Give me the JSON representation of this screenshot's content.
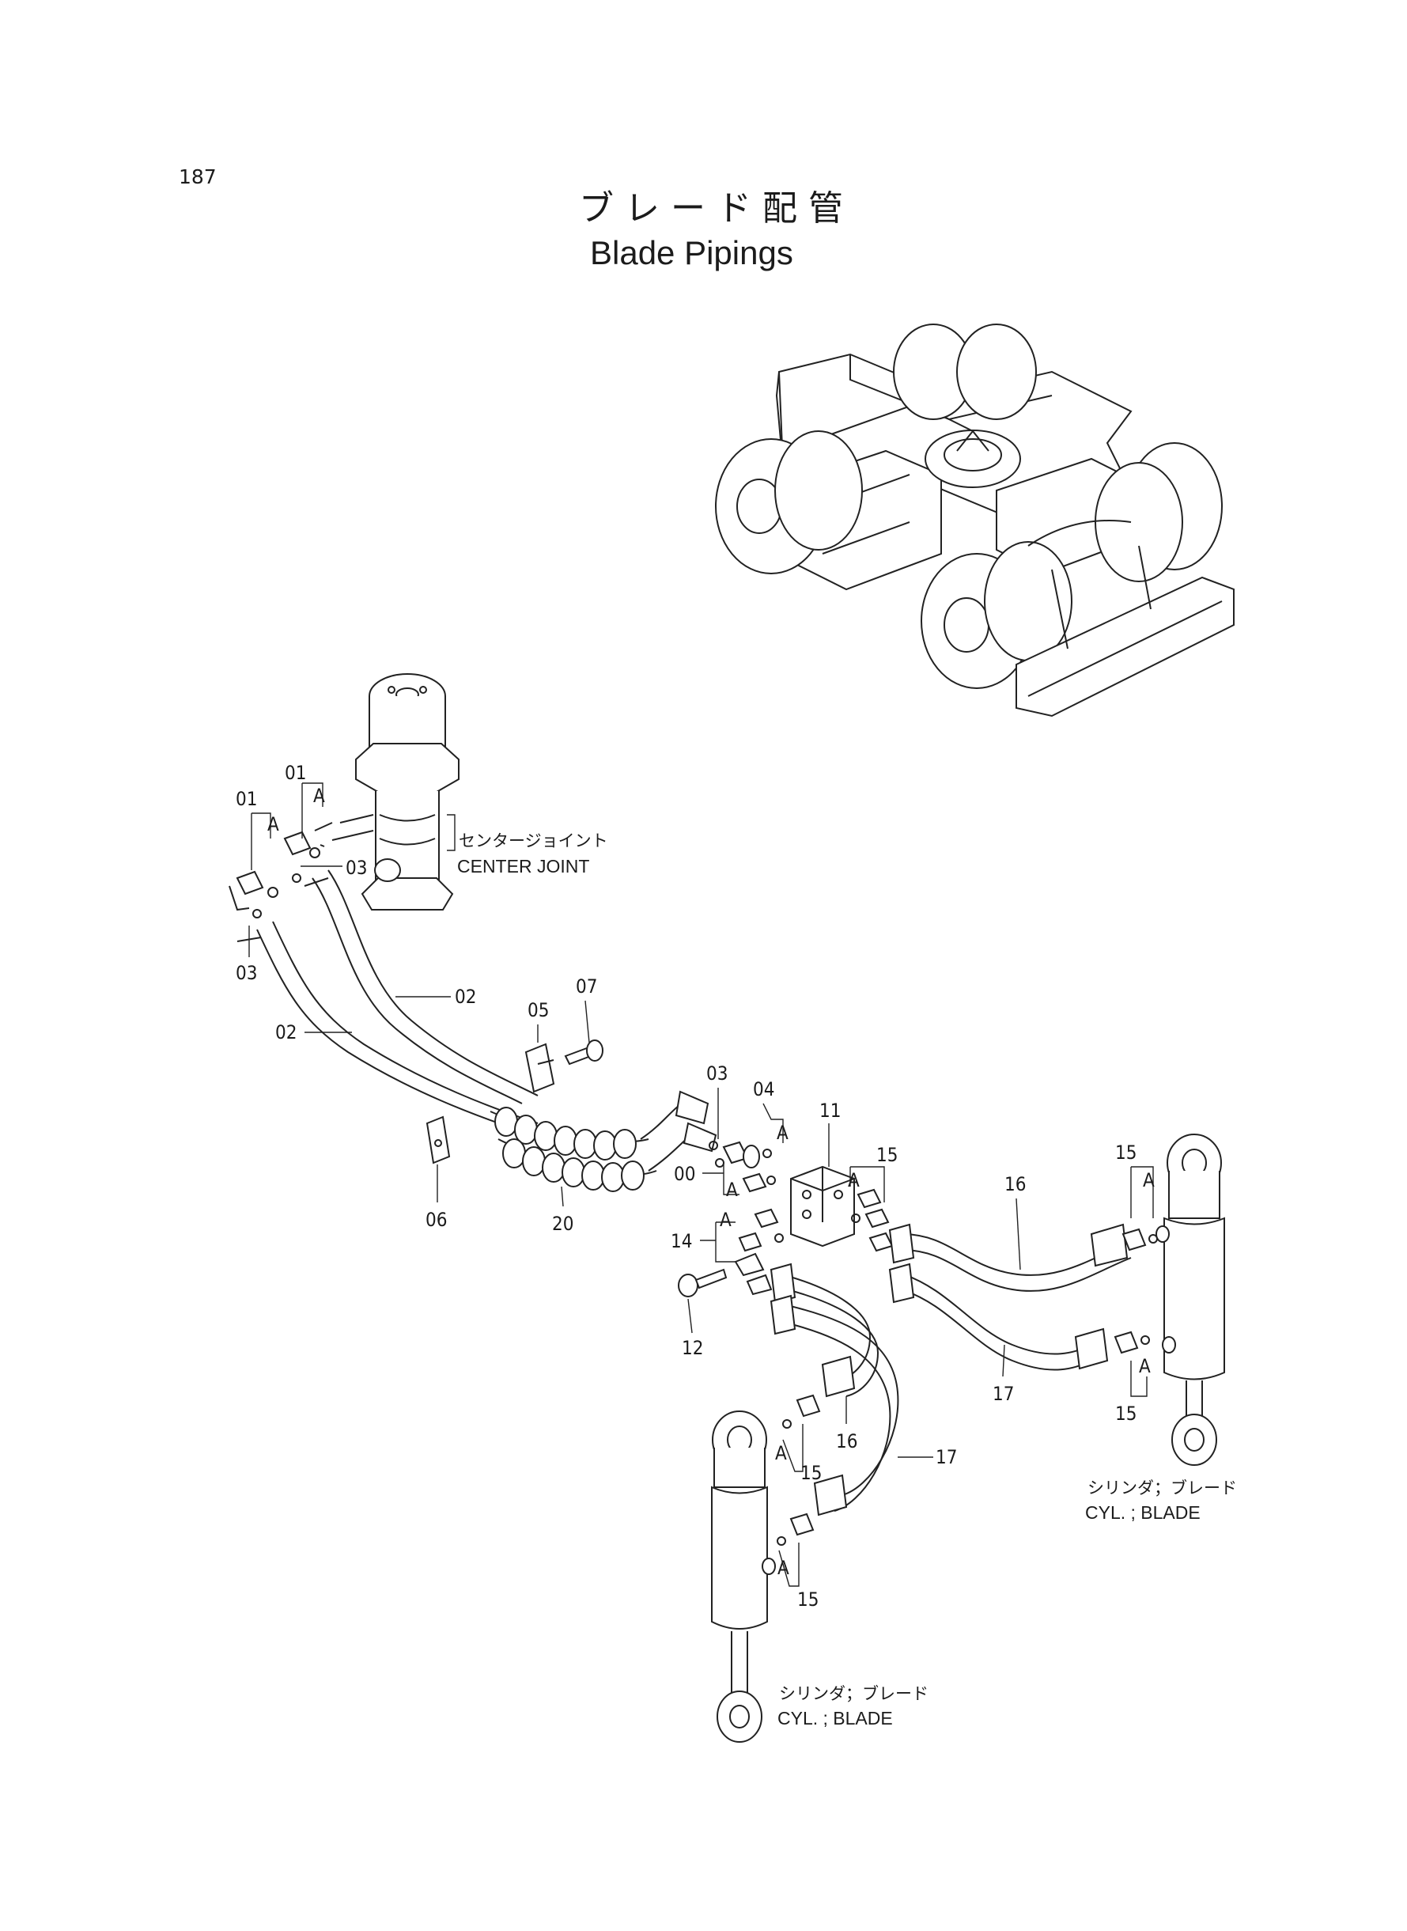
{
  "page_number": "187",
  "title_jp": "ブレード配管",
  "title_en": "Blade Pipings",
  "labels": {
    "center_joint_jp": "センタージョイント",
    "center_joint_en": "CENTER JOINT",
    "cyl_right_jp": "シリンダ；ブレード",
    "cyl_right_en": "CYL. ; BLADE",
    "cyl_left_jp": "シリンダ；ブレード",
    "cyl_left_en": "CYL. ; BLADE"
  },
  "callouts": {
    "c01a": "01",
    "c01b": "01",
    "cA1": "A",
    "cA2": "A",
    "c03a": "03",
    "c03b": "03",
    "c02a": "02",
    "c02b": "02",
    "c05": "05",
    "c07": "07",
    "c06": "06",
    "c20": "20",
    "c03c": "03",
    "c04": "04",
    "cA3": "A",
    "c11": "11",
    "c00": "00",
    "cA4": "A",
    "c15a": "15",
    "cA5": "A",
    "c14": "14",
    "cA6": "A",
    "c12": "12",
    "c16a": "16",
    "c15b": "15",
    "cA7": "A",
    "c17a": "17",
    "c15c": "15",
    "cA8": "A",
    "c16b": "16",
    "c15d": "15",
    "cA9": "A",
    "c17b": "17",
    "c15e": "15",
    "cA10": "A"
  }
}
